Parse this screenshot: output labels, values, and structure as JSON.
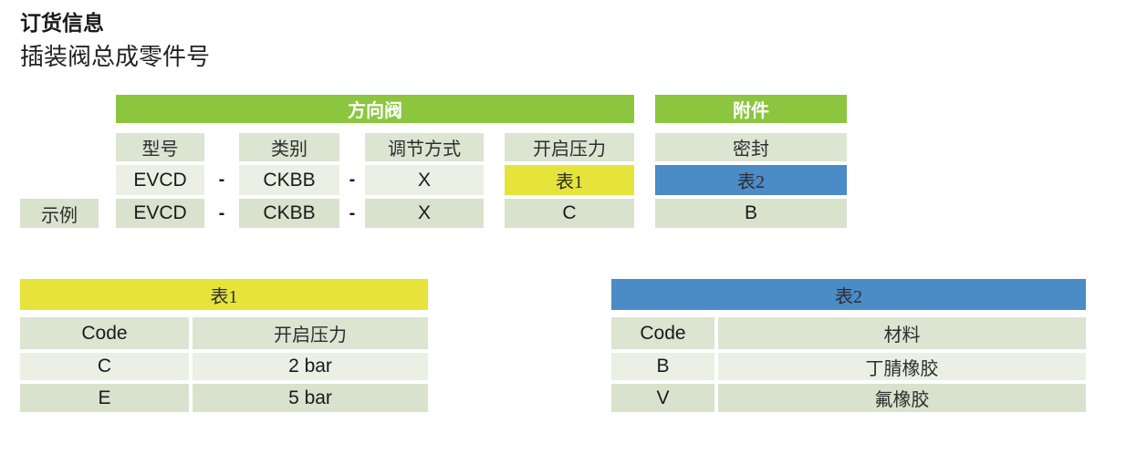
{
  "page": {
    "title": "订货信息",
    "subtitle": "插装阀总成零件号"
  },
  "colors": {
    "group_header_green": "#8CC63F",
    "table1_yellow": "#E6E33A",
    "table2_blue": "#4B8BC6",
    "cell_light": "#ECF0E4",
    "cell_mid": "#DCE4D2",
    "cell_dark": "#D9E2CD"
  },
  "builder": {
    "groups": [
      {
        "label": "方向阀"
      },
      {
        "label": "附件"
      }
    ],
    "fields": [
      "型号",
      "类别",
      "调节方式",
      "开启压力",
      "密封"
    ],
    "dash": "-",
    "code_row": {
      "model": "EVCD",
      "category": "CKBB",
      "adjustment": "X",
      "pressure_ref": "表1",
      "seal_ref": "表2"
    },
    "example": {
      "label": "示例",
      "model": "EVCD",
      "category": "CKBB",
      "adjustment": "X",
      "pressure": "C",
      "seal": "B"
    }
  },
  "table1": {
    "title": "表1",
    "columns": [
      "Code",
      "开启压力"
    ],
    "rows": [
      [
        "C",
        "2 bar"
      ],
      [
        "E",
        "5 bar"
      ]
    ]
  },
  "table2": {
    "title": "表2",
    "columns": [
      "Code",
      "材料"
    ],
    "rows": [
      [
        "B",
        "丁腈橡胶"
      ],
      [
        "V",
        "氟橡胶"
      ]
    ]
  }
}
